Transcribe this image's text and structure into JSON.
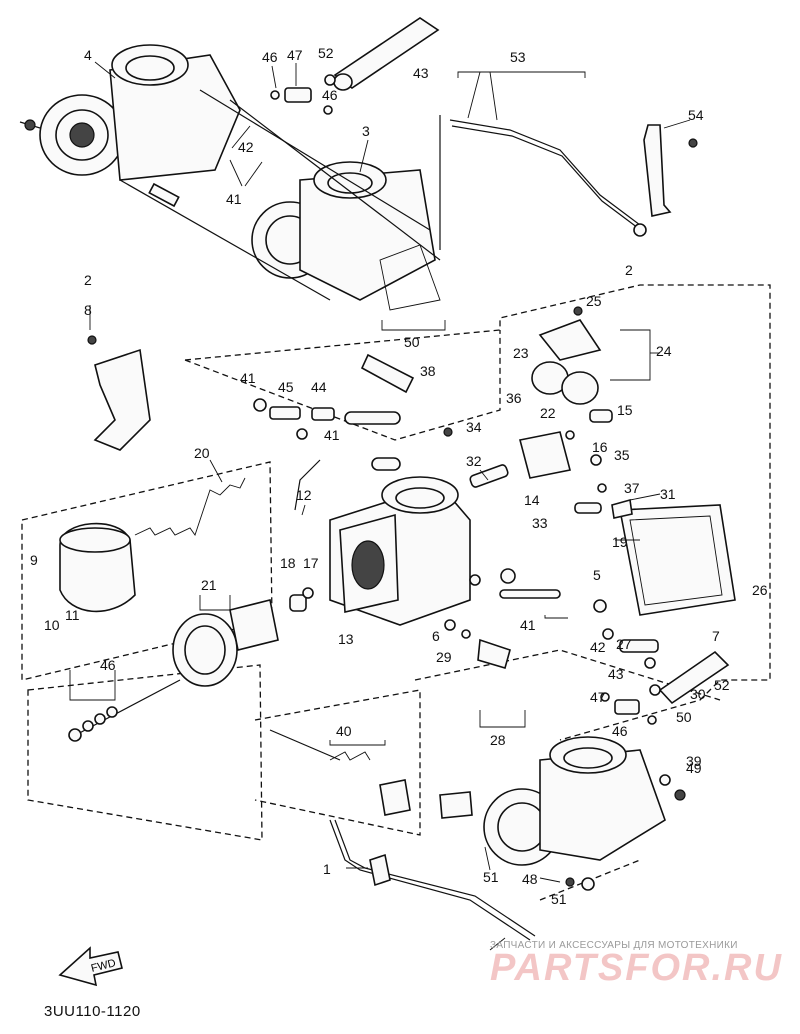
{
  "reference_code": "3UU110-1120",
  "fwd_label": "FWD",
  "watermark": {
    "subtitle": "ЗАПЧАСТИ И АКСЕССУАРЫ ДЛЯ МОТОТЕХНИКИ",
    "brand": "PARTSFOR.RU"
  },
  "callouts": [
    "4",
    "46",
    "47",
    "52",
    "43",
    "53",
    "54",
    "3",
    "42",
    "41",
    "46",
    "2",
    "8",
    "2",
    "25",
    "24",
    "23",
    "22",
    "15",
    "41",
    "45",
    "44",
    "41",
    "34",
    "36",
    "38",
    "50",
    "20",
    "12",
    "32",
    "16",
    "35",
    "14",
    "37",
    "31",
    "33",
    "19",
    "9",
    "10",
    "11",
    "21",
    "18",
    "17",
    "13",
    "5",
    "26",
    "7",
    "6",
    "29",
    "41",
    "42",
    "27",
    "43",
    "52",
    "30",
    "46",
    "47",
    "46",
    "50",
    "28",
    "40",
    "39",
    "49",
    "48",
    "51",
    "1",
    "51"
  ],
  "colors": {
    "line": "#111111",
    "background": "#ffffff",
    "watermark_red": "#f3c6c6"
  }
}
